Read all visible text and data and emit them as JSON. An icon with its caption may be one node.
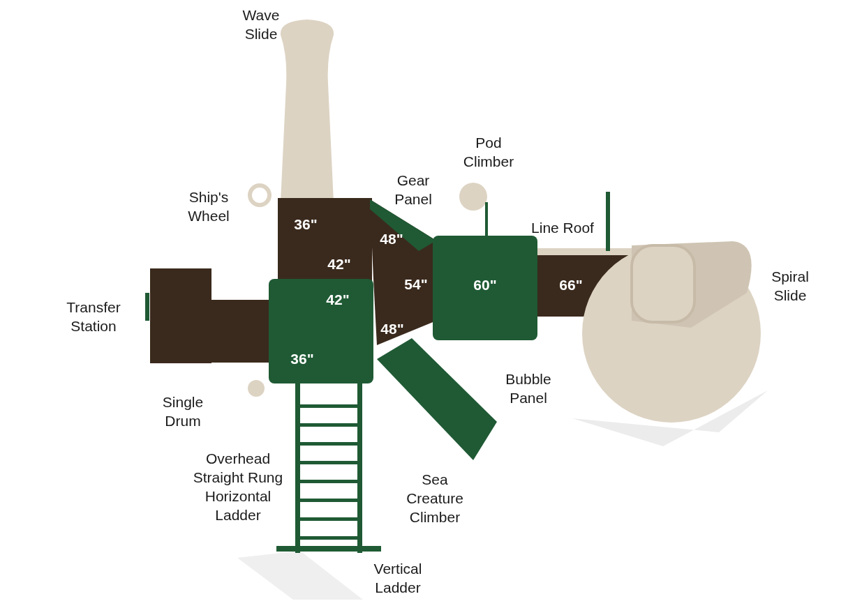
{
  "diagram": {
    "labels": [
      "Wave Slide",
      "Pod Climber",
      "Gear Panel",
      "Ship's Wheel",
      "36\"",
      "48\"",
      "Line Roof",
      "42\"",
      "Spiral Slide",
      "Transfer Station",
      "54\"",
      "60\"",
      "66\"",
      "42\"",
      "48\"",
      "36\"",
      "Bubble Panel",
      "Single Drum",
      "Overhead Straight Rung Horizontal Ladder",
      "Sea Creature Climber",
      "Vertical Ladder"
    ]
  }
}
